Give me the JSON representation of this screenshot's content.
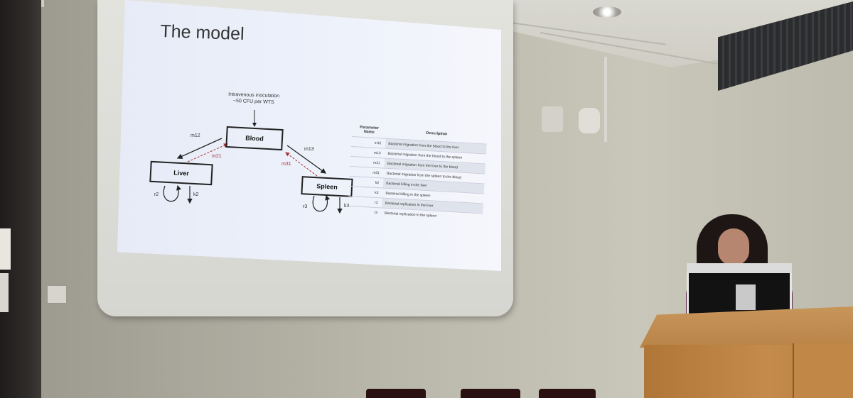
{
  "slide": {
    "title": "The model",
    "diagram": {
      "inoculation_line1": "Intravenous inoculation",
      "inoculation_line2": "~50 CFU per WTS",
      "nodes": {
        "blood": "Blood",
        "liver": "Liver",
        "spleen": "Spleen"
      },
      "edges": {
        "m12": "m12",
        "m21": "m21",
        "m13": "m13",
        "m31": "m31",
        "k2": "k2",
        "k3": "k3",
        "r2": "r2",
        "r3": "r3"
      }
    },
    "table": {
      "header_param_line1": "Parameter",
      "header_param_line2": "Name",
      "header_desc": "Description",
      "rows": [
        {
          "name": "m12",
          "desc": "Bacterial migration from the blood to the liver"
        },
        {
          "name": "m13",
          "desc": "Bacterial migration from the blood to the spleen"
        },
        {
          "name": "m21",
          "desc": "Bacterial migration from the liver to the blood"
        },
        {
          "name": "m31",
          "desc": "Bacterial migration from the spleen to the blood"
        },
        {
          "name": "k2",
          "desc": "Bacterial killing in the liver"
        },
        {
          "name": "k3",
          "desc": "Bacterial killing in the spleen"
        },
        {
          "name": "r2",
          "desc": "Bacterial replication in the liver"
        },
        {
          "name": "r3",
          "desc": "Bacterial replication in the spleen"
        }
      ]
    }
  },
  "colors": {
    "slide_bg": "#eef2fb",
    "dashed_arrow": "#a33333",
    "lectern_wood": "#c48b4c"
  }
}
